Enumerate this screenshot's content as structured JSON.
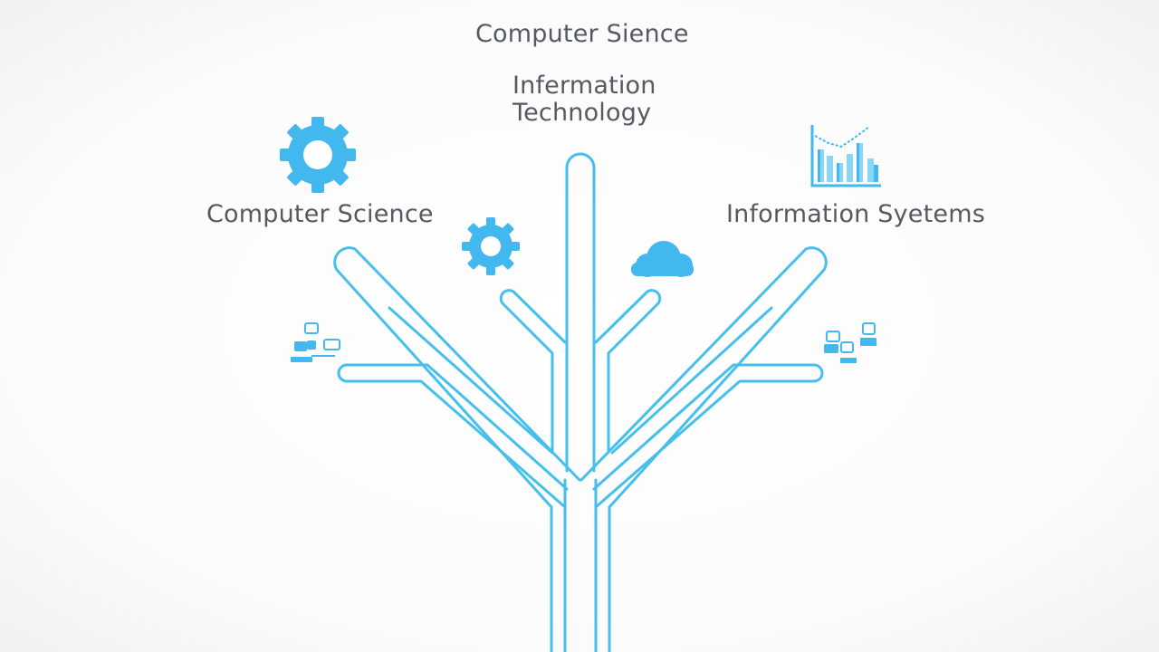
{
  "diagram": {
    "top_title": "Computer Sience",
    "center_label_line1": "Infermation",
    "center_label_line2": "Technology",
    "left_label": "Computer Science",
    "right_label": "Information Syetems",
    "colors": {
      "stroke": "#45c0ec",
      "icon_fill": "#42b8ee",
      "text": "#555a60"
    },
    "icons": [
      "gear-icon",
      "small-gear-icon",
      "cloud-icon",
      "bar-chart-icon",
      "network-nodes-icon"
    ]
  }
}
